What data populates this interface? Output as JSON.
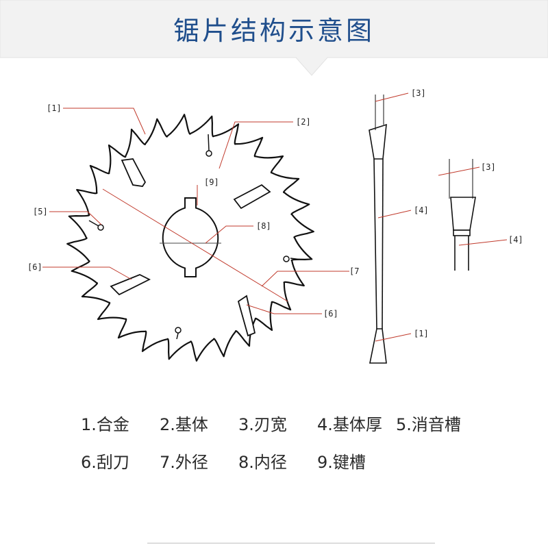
{
  "title": "锯片结构示意图",
  "callouts": {
    "c1_blade": "[1]",
    "c2": "[2]",
    "c9": "[9]",
    "c5": "[5]",
    "c8": "[8]",
    "c6_left": "[6]",
    "c7": "[7",
    "c6_right": "[6]",
    "c3_side": "[3]",
    "c4_side": "[4]",
    "c1_side": "[1]",
    "c3_detail": "[3]",
    "c4_detail": "[4]"
  },
  "legend": [
    [
      "1.合金",
      "2.基体",
      "3.刃宽",
      "4.基体厚",
      "5.消音槽"
    ],
    [
      "6.刮刀",
      "7.外径",
      "8.内径",
      "9.键槽"
    ]
  ],
  "colors": {
    "title": "#1f4e8c",
    "leader": "#c0392b",
    "outline": "#111111",
    "header_panel": "#f2f2f2"
  }
}
